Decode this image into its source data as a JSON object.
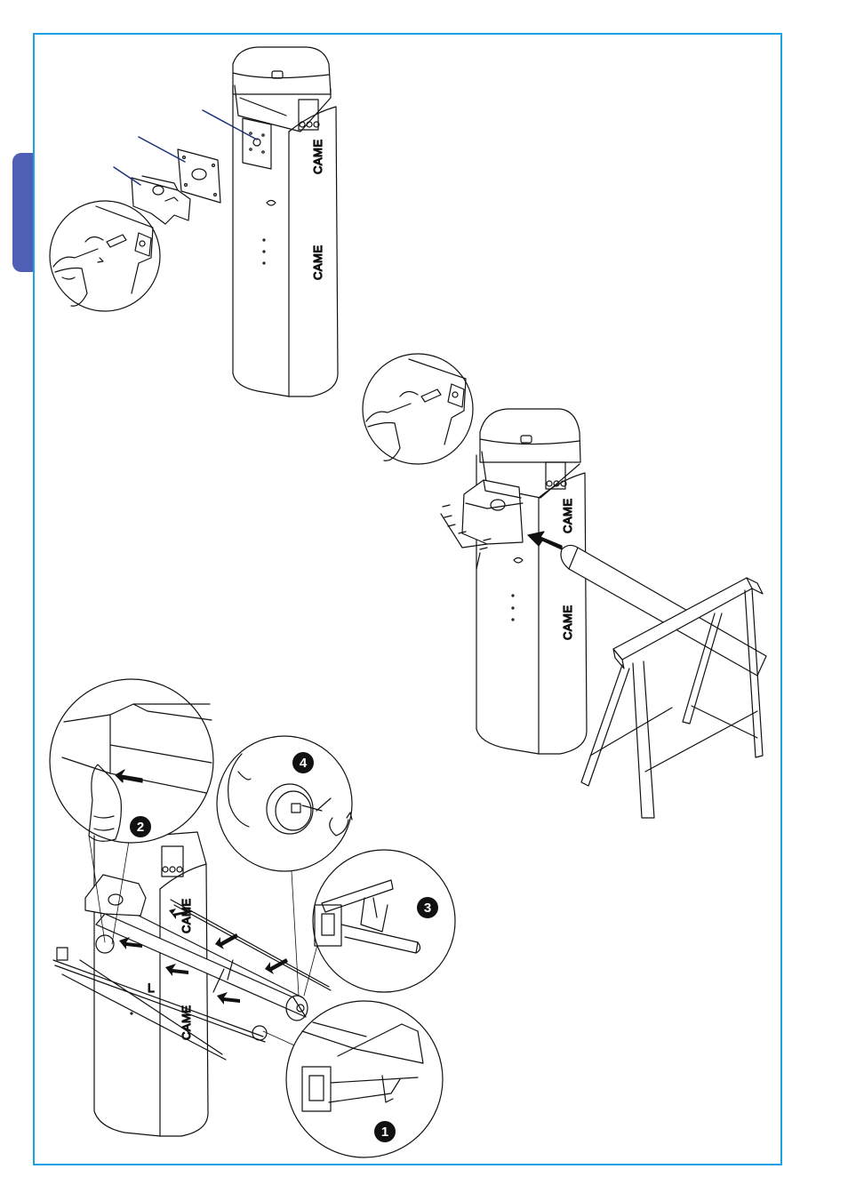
{
  "colors": {
    "frame": "#1aa3e0",
    "side_tab": "#4f5fb6",
    "leader": "#1d2f7a",
    "ink": "#111111"
  },
  "brand_text": "CAME",
  "length_label": "L",
  "steps": [
    {
      "number": "1"
    },
    {
      "number": "2"
    },
    {
      "number": "3"
    },
    {
      "number": "4"
    }
  ]
}
